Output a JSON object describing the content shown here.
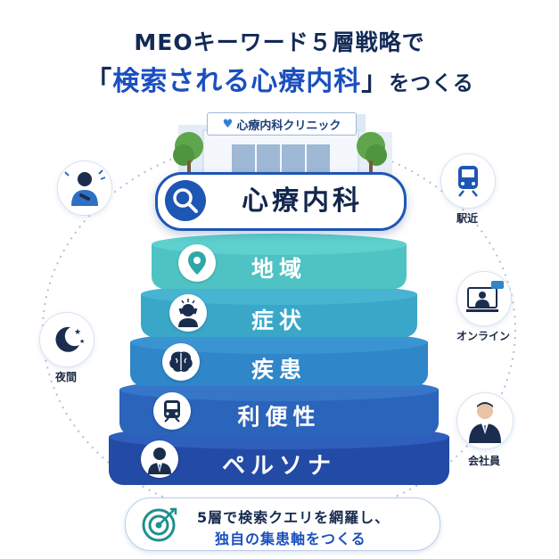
{
  "title": {
    "line1": "MEOキーワード５層戦略で",
    "line2_bracket_open": "「",
    "line2_em": "検索される心療内科",
    "line2_bracket_close": "」",
    "line2_suffix": "をつくる"
  },
  "clinic": {
    "sign": "心療内科クリニック"
  },
  "search": {
    "query": "心療内科"
  },
  "tiers": [
    {
      "label": "地域",
      "icon": "map-pin-icon"
    },
    {
      "label": "症状",
      "icon": "stressed-person-icon"
    },
    {
      "label": "疾患",
      "icon": "brain-icon"
    },
    {
      "label": "利便性",
      "icon": "train-icon"
    },
    {
      "label": "ペルソナ",
      "icon": "businessman-icon"
    }
  ],
  "side_icons": [
    {
      "label": "",
      "icon": "chest-pain-person-icon"
    },
    {
      "label": "夜間",
      "icon": "moon-stars-icon"
    },
    {
      "label": "駅近",
      "icon": "train-icon"
    },
    {
      "label": "オンライン",
      "icon": "online-consultation-icon"
    },
    {
      "label": "会社員",
      "icon": "office-worker-icon"
    }
  ],
  "footer": {
    "line1": "5層で検索クエリを網羅し、",
    "line2": "独自の集患軸をつくる",
    "icon": "target-icon"
  },
  "colors": {
    "navy": "#132a57",
    "accent_blue": "#1a4fbf",
    "tier1": "#4fc3c3",
    "tier2": "#3aa7c9",
    "tier3": "#2f86c9",
    "tier4": "#2a64bb",
    "tier5": "#234ba6"
  }
}
